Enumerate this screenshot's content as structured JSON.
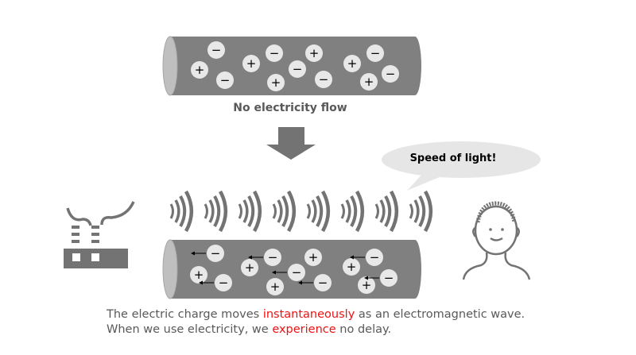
{
  "top_label": "No electricity flow",
  "bubble": {
    "text": "Speed of light!"
  },
  "caption": {
    "line1": {
      "before": "The electric charge moves ",
      "highlight": "instantaneously",
      "after": " as an electromagnetic wave."
    },
    "line2": {
      "before": "When we use electricity, we ",
      "highlight": "experience",
      "after": " no delay."
    }
  },
  "colors": {
    "tube": "#808080",
    "tube_end": "#bfbfbf",
    "particle": "#e8e8e8",
    "highlight": "#ee1111",
    "text": "#595959",
    "bubble": "#e6e6e6"
  },
  "icons": [
    "factory-icon",
    "person-icon",
    "down-arrow-icon",
    "wave-icon"
  ],
  "top_tube_particles": [
    {
      "sign": "−"
    },
    {
      "sign": "+"
    },
    {
      "sign": "−"
    },
    {
      "sign": "+"
    },
    {
      "sign": "−"
    },
    {
      "sign": "+"
    },
    {
      "sign": "−"
    },
    {
      "sign": "+"
    },
    {
      "sign": "−"
    },
    {
      "sign": "+"
    },
    {
      "sign": "−"
    },
    {
      "sign": "+"
    },
    {
      "sign": "−"
    }
  ],
  "bottom_tube_particles": [
    {
      "sign": "−"
    },
    {
      "sign": "+"
    },
    {
      "sign": "−"
    },
    {
      "sign": "+"
    },
    {
      "sign": "−"
    },
    {
      "sign": "+"
    },
    {
      "sign": "−"
    },
    {
      "sign": "+"
    },
    {
      "sign": "−"
    },
    {
      "sign": "+"
    },
    {
      "sign": "−"
    },
    {
      "sign": "+"
    },
    {
      "sign": "−"
    }
  ]
}
